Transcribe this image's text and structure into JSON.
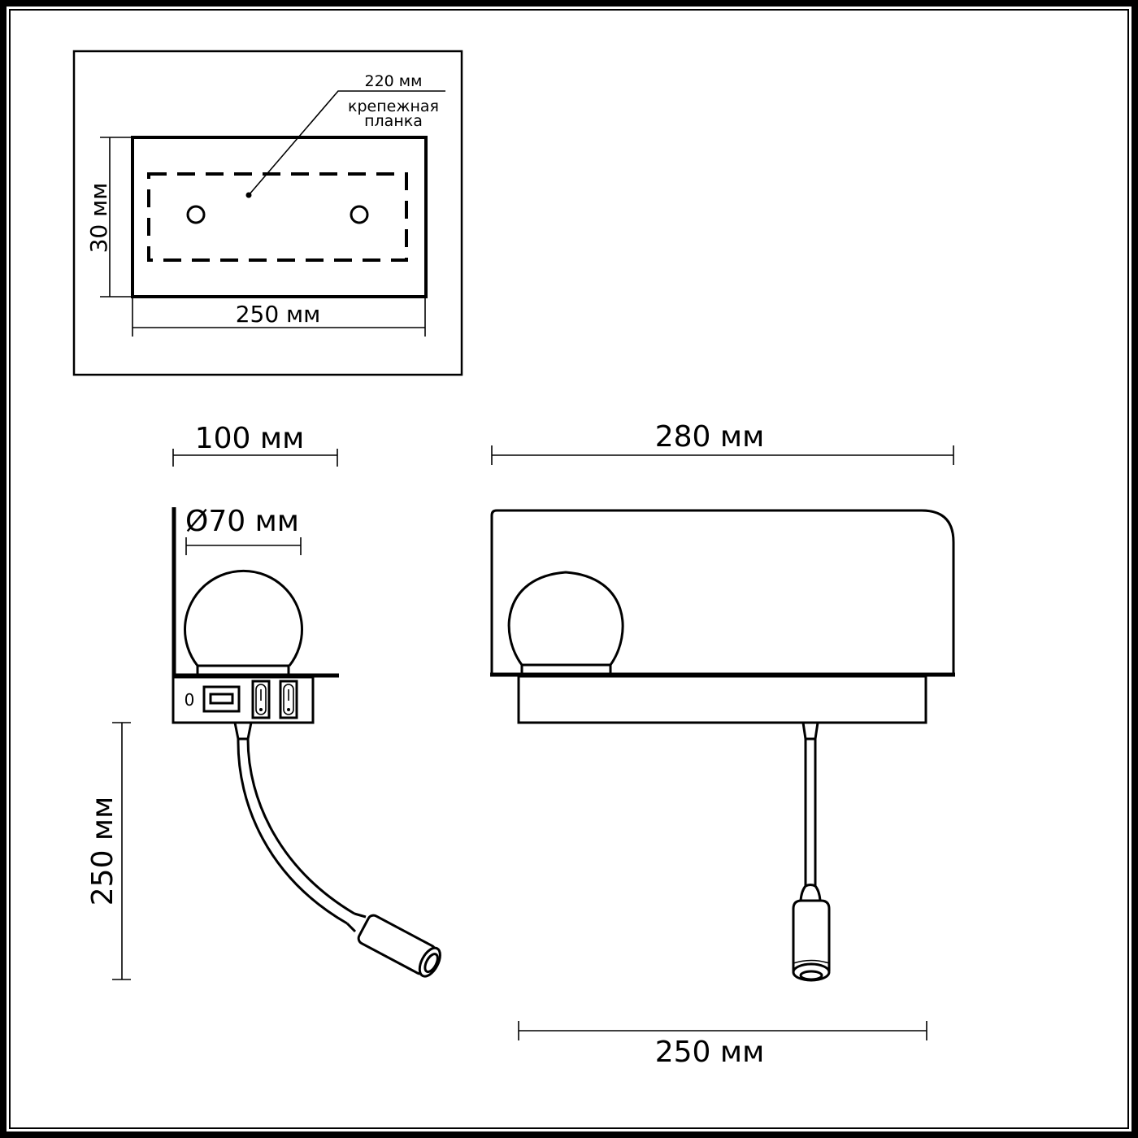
{
  "drawing": {
    "type": "technical-dimension-drawing",
    "subject": "wall lamp with flexible reading arm"
  },
  "mounting_plate_view": {
    "label_value": "220 мм",
    "label_caption_line1": "крепежная",
    "label_caption_line2": "планка",
    "height_label": "30 мм",
    "width_label": "250 мм"
  },
  "side_view": {
    "depth_label": "100 мм",
    "shade_diameter_label": "Ø70 мм",
    "arm_length_label": "250 мм",
    "switch_panel": {
      "indicator_label": "0",
      "controls": [
        "usb-port",
        "rocker-switch-1",
        "rocker-switch-2"
      ]
    }
  },
  "front_view": {
    "width_label": "280 мм",
    "base_width_label": "250 мм"
  },
  "colors": {
    "line": "#000000",
    "background": "#ffffff"
  }
}
